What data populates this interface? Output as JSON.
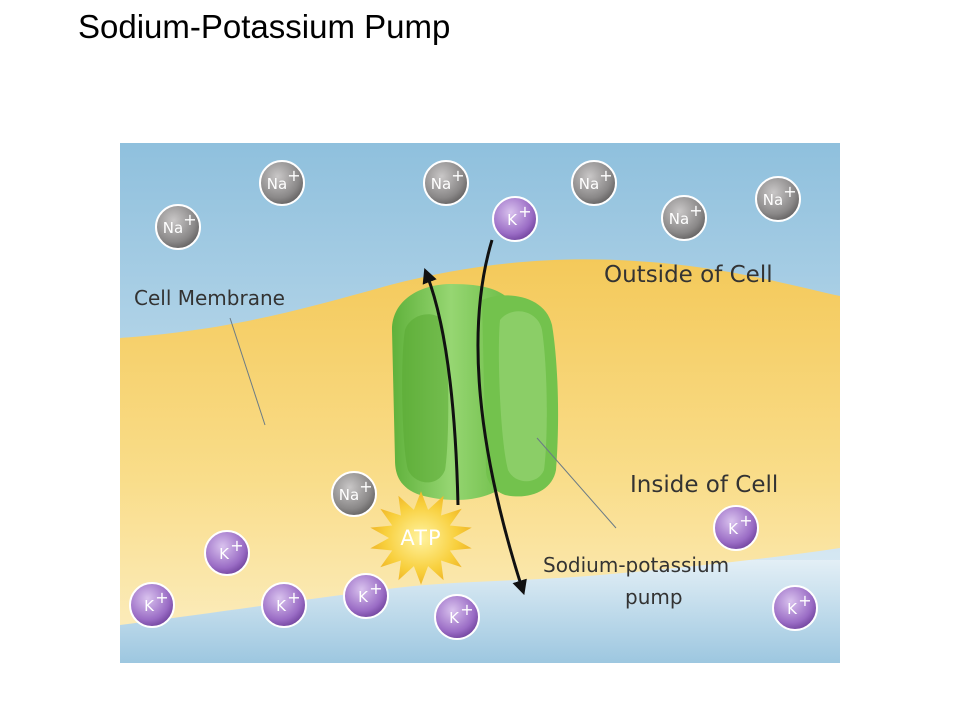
{
  "title": "Sodium-Potassium Pump",
  "labels": {
    "cell_membrane": "Cell Membrane",
    "outside": "Outside of Cell",
    "inside": "Inside of Cell",
    "pump_line1": "Sodium-potassium",
    "pump_line2": "pump",
    "atp": "ATP"
  },
  "ions": {
    "sodium_symbol": "Na",
    "potassium_symbol": "K",
    "charge": "+"
  },
  "colors": {
    "water": "#a9cde3",
    "membrane": "#f7d66e",
    "pump": "#7cc85a",
    "sodium": "#8c8a8a",
    "potassium": "#9b6fc4",
    "atp": "#f6c23a"
  }
}
